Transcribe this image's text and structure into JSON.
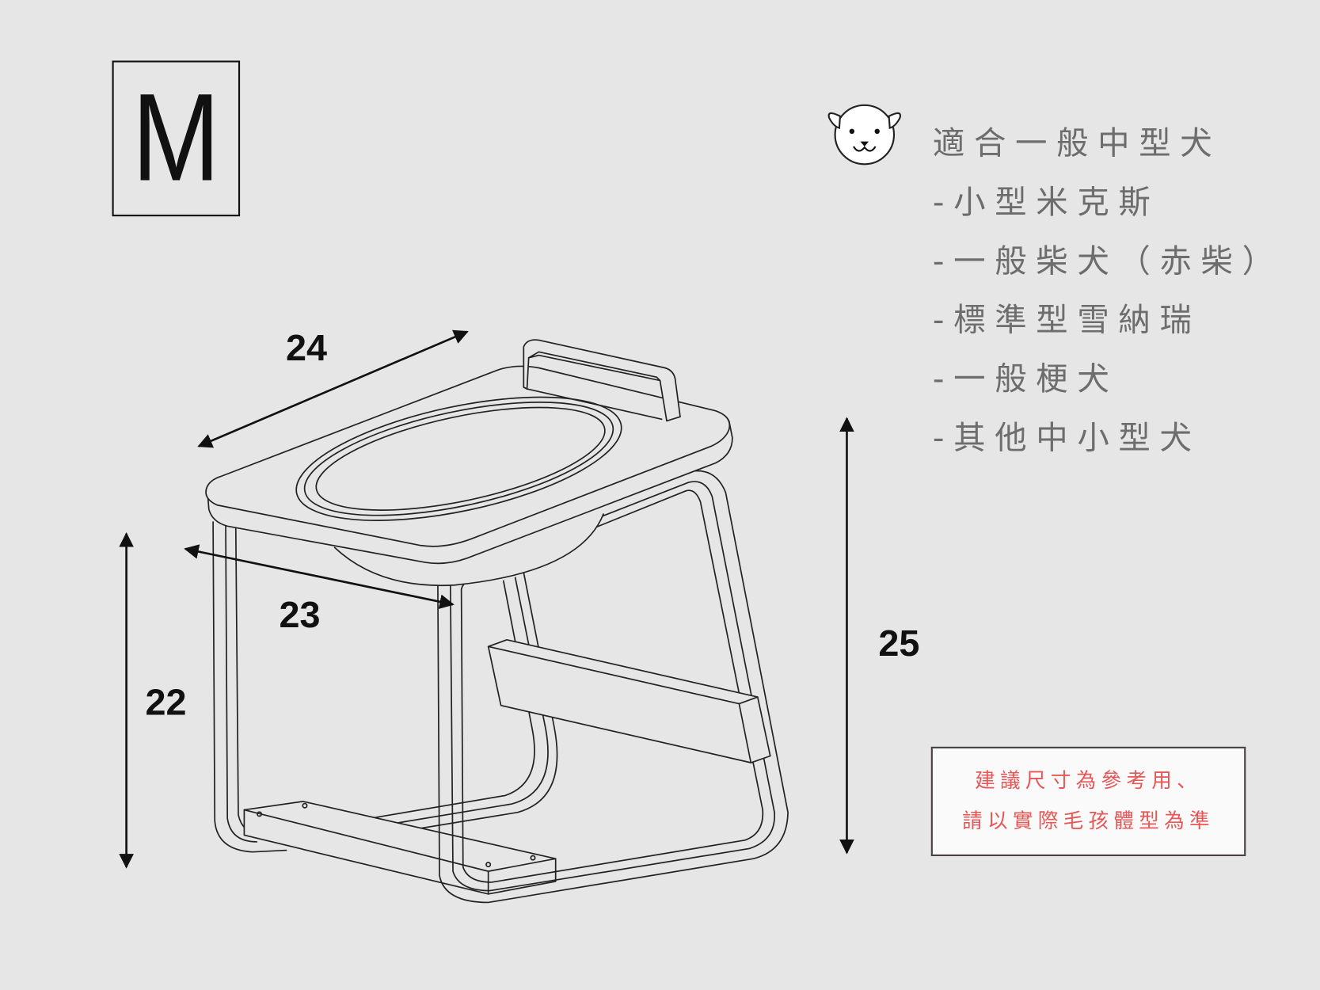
{
  "size_label": "M",
  "dimensions": {
    "width": "24",
    "depth": "23",
    "leg_height": "22",
    "total_height": "25"
  },
  "suitable": {
    "icon": "dog-face-icon",
    "title": "適合一般中型犬",
    "items": [
      "-小型米克斯",
      "-一般柴犬（赤柴）",
      "-標準型雪納瑞",
      "-一般梗犬",
      "-其他中小型犬"
    ]
  },
  "note": {
    "line1": "建議尺寸為參考用、",
    "line2": "請以實際毛孩體型為準",
    "color": "#e85656"
  },
  "colors": {
    "background": "#e6e6e6",
    "text": "#6d6d6d"
  }
}
